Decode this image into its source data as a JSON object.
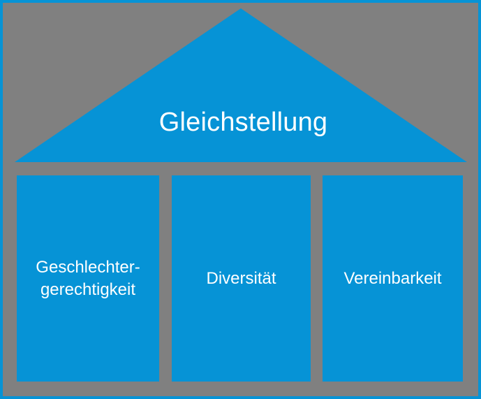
{
  "diagram": {
    "type": "house-pillar-diagram",
    "title": "Gleichstellung",
    "roof": {
      "label": "Gleichstellung",
      "shape": "triangle-gable",
      "fill_color": "#0693d6",
      "text_color": "#ffffff"
    },
    "pillars": [
      {
        "id": "pillar-geschlechtergerechtigkeit",
        "label": "Geschlechter-\ngerechtigkeit",
        "fill_color": "#0693d6",
        "text_color": "#ffffff"
      },
      {
        "id": "pillar-diversitaet",
        "label": "Diversität",
        "fill_color": "#0693d6",
        "text_color": "#ffffff"
      },
      {
        "id": "pillar-vereinbarkeit",
        "label": "Vereinbarkeit",
        "fill_color": "#0693d6",
        "text_color": "#ffffff"
      }
    ],
    "colors": {
      "background": "#808080",
      "accent": "#0693d6",
      "border": "#0693d6",
      "text": "#ffffff"
    }
  }
}
